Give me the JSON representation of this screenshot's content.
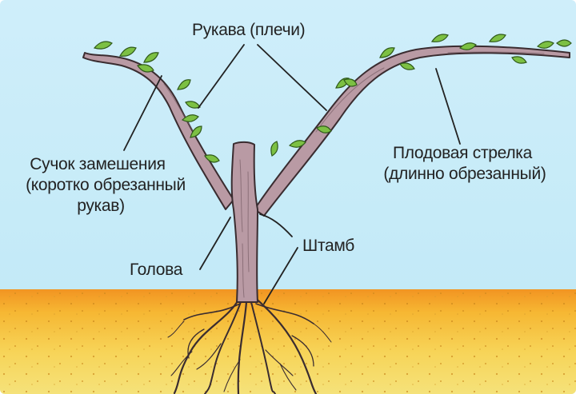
{
  "labels": {
    "arms": "Рукава (плечи)",
    "spur_line1": "Сучок замешения",
    "spur_line2": "(коротко обрезанный",
    "spur_line3": "рукав)",
    "cane_line1": "Плодовая стрелка",
    "cane_line2": "(длинно обрезанный)",
    "trunk": "Штамб",
    "head": "Голова"
  },
  "colors": {
    "sky": "#c8ecf9",
    "soil_top": "#f39a22",
    "soil_mid": "#f7c640",
    "soil_bottom": "#f6de6e",
    "bark": "#b89aa4",
    "bark_outline": "#3a2c30",
    "leaf": "#7cc043",
    "text": "#222222"
  }
}
